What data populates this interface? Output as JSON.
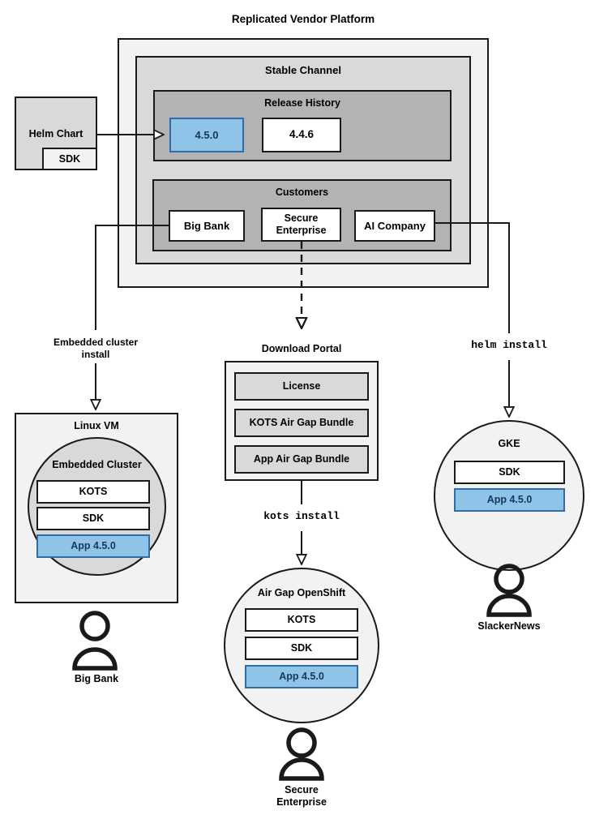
{
  "diagram": {
    "title": "Replicated Vendor Platform"
  },
  "platform": {
    "title": "Replicated Vendor Platform",
    "channel": {
      "title": "Stable Channel"
    },
    "release_history": {
      "title": "Release History",
      "releases": [
        {
          "version": "4.5.0",
          "highlighted": true
        },
        {
          "version": "4.4.6",
          "highlighted": false
        }
      ]
    },
    "customers": {
      "title": "Customers",
      "items": [
        {
          "name": "Big Bank"
        },
        {
          "name": "Secure\nEnterprise"
        },
        {
          "name": "AI Company"
        }
      ]
    }
  },
  "helm_chart": {
    "title": "Helm Chart",
    "sdk_label": "SDK"
  },
  "download_portal": {
    "title": "Download Portal",
    "artifacts": [
      {
        "label": "License"
      },
      {
        "label": "KOTS Air Gap Bundle"
      },
      {
        "label": "App Air Gap Bundle"
      }
    ]
  },
  "connectors": {
    "embedded_cluster_install": "Embedded cluster\ninstall",
    "kots_install": "kots install",
    "helm_install": "helm install"
  },
  "targets": {
    "linux_vm": {
      "title": "Linux VM",
      "cluster_title": "Embedded Cluster",
      "components": [
        {
          "label": "KOTS",
          "highlighted": false
        },
        {
          "label": "SDK",
          "highlighted": false
        },
        {
          "label": "App 4.5.0",
          "highlighted": true
        }
      ],
      "customer": "Big Bank"
    },
    "air_gap_openshift": {
      "title": "Air Gap OpenShift",
      "components": [
        {
          "label": "KOTS",
          "highlighted": false
        },
        {
          "label": "SDK",
          "highlighted": false
        },
        {
          "label": "App 4.5.0",
          "highlighted": true
        }
      ],
      "customer": "Secure\nEnterprise"
    },
    "gke": {
      "title": "GKE",
      "components": [
        {
          "label": "SDK",
          "highlighted": false
        },
        {
          "label": "App 4.5.0",
          "highlighted": true
        }
      ],
      "customer": "SlackerNews"
    }
  },
  "colors": {
    "accent_blue_fill": "#8fc3e8",
    "accent_blue_border": "#2f6ea5",
    "accent_blue_text": "#14385c",
    "stroke": "#1a1a1a",
    "layer1": "#f2f2f2",
    "layer2": "#d9d9d9",
    "layer3": "#b3b3b3"
  }
}
